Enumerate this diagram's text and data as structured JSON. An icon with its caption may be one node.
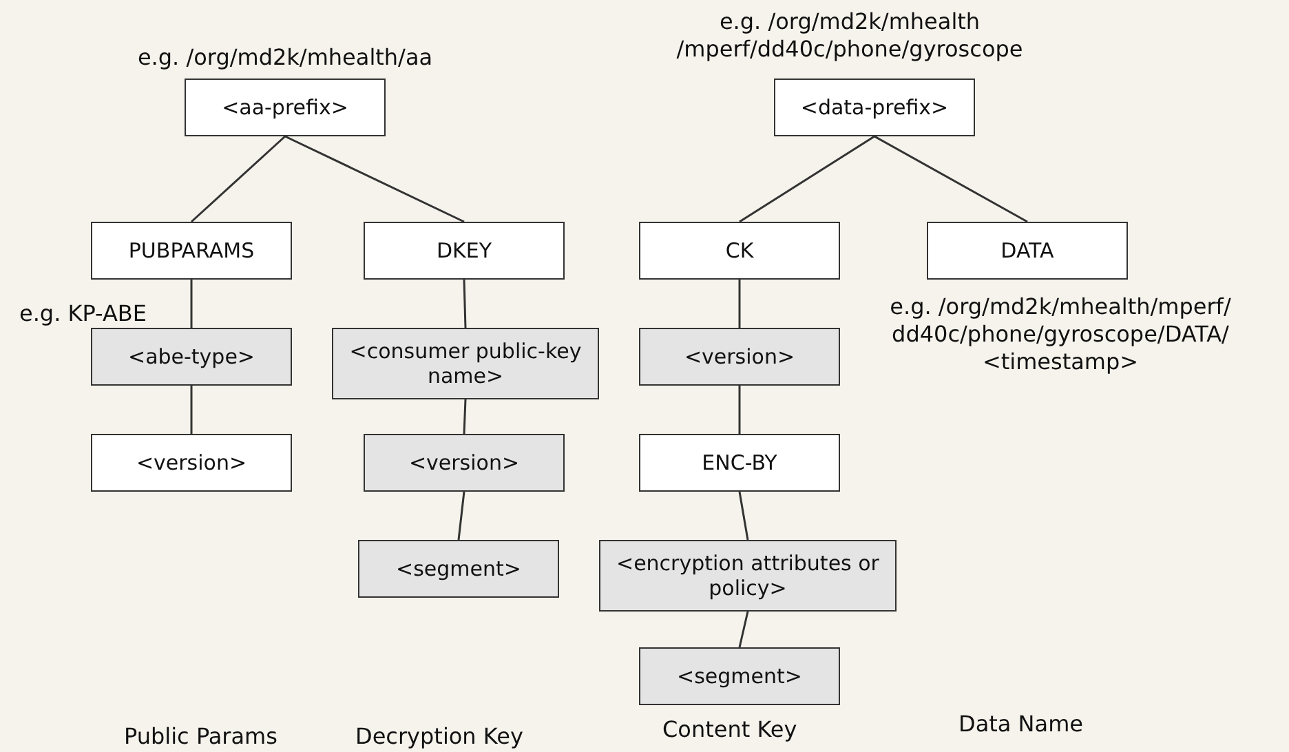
{
  "diagram": {
    "nodes": [
      {
        "text": [
          "<aa-prefix>"
        ],
        "beside": [
          "e.g. /org/md2k/mhealth/aa"
        ]
      },
      {
        "text": [
          "PUBPARAMS"
        ]
      },
      {
        "text": [
          "DKEY"
        ]
      },
      {
        "text": [
          "<abe-type>"
        ],
        "beside": [
          "e.g. KP-ABE"
        ]
      },
      {
        "text": [
          "<version>"
        ]
      },
      {
        "text": [
          "<consumer public-key name>"
        ]
      },
      {
        "text": [
          "<version>"
        ]
      },
      {
        "text": [
          "<segment>"
        ]
      },
      {
        "text": [
          "<data-prefix>"
        ],
        "beside": [
          "e.g. /org/md2k/mhealth /mperf/dd40c/phone/gyroscope"
        ]
      },
      {
        "text": [
          "CK"
        ]
      },
      {
        "text": [
          "DATA"
        ],
        "beside": [
          "e.g. /org/md2k/mhealth/mperf/ dd40c/phone/gyroscope/DATA/ <timestamp>"
        ]
      },
      {
        "text": [
          "<version>"
        ]
      },
      {
        "text": [
          "ENC-BY"
        ]
      },
      {
        "text": [
          "<encryption attributes or policy>"
        ]
      },
      {
        "text": [
          "<segment>"
        ]
      }
    ],
    "edges": [
      {
        "from": 0,
        "to": 1,
        "arrow": "none"
      },
      {
        "from": 0,
        "to": 2,
        "arrow": "none"
      },
      {
        "from": 1,
        "to": 3,
        "arrow": "none"
      },
      {
        "from": 3,
        "to": 4,
        "arrow": "none"
      },
      {
        "from": 2,
        "to": 5,
        "arrow": "none"
      },
      {
        "from": 5,
        "to": 6,
        "arrow": "none"
      },
      {
        "from": 6,
        "to": 7,
        "arrow": "none"
      },
      {
        "from": 8,
        "to": 9,
        "arrow": "none"
      },
      {
        "from": 8,
        "to": 10,
        "arrow": "none"
      },
      {
        "from": 9,
        "to": 11,
        "arrow": "none"
      },
      {
        "from": 11,
        "to": 12,
        "arrow": "none"
      },
      {
        "from": 12,
        "to": 13,
        "arrow": "none"
      },
      {
        "from": 13,
        "to": 14,
        "arrow": "none"
      }
    ],
    "labels": [
      "Public Params",
      "Decryption Key",
      "Content Key",
      "Data Name"
    ]
  }
}
